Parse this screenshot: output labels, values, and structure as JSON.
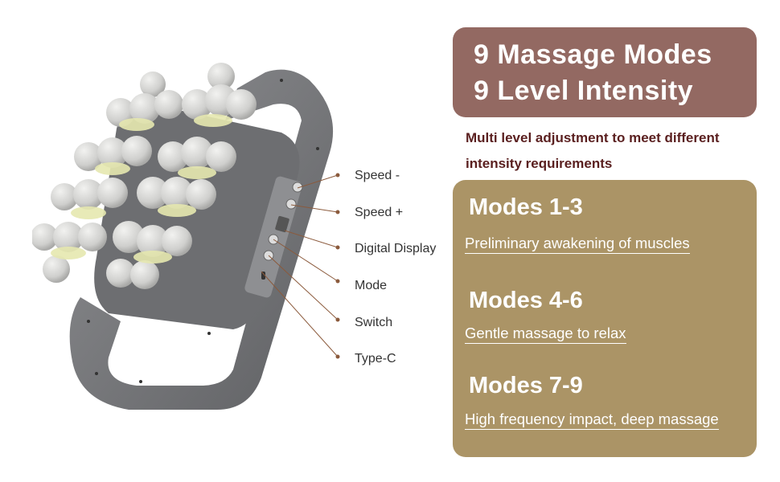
{
  "callouts": [
    {
      "label": "Speed -"
    },
    {
      "label": "Speed +"
    },
    {
      "label": "Digital Display"
    },
    {
      "label": "Mode"
    },
    {
      "label": "Switch"
    },
    {
      "label": "Type-C"
    }
  ],
  "headline": {
    "line1": "9 Massage Modes",
    "line2": "9 Level Intensity"
  },
  "subtitle": "Multi level adjustment to meet different intensity requirements",
  "modes": [
    {
      "title": "Modes 1-3",
      "description": "Preliminary awakening of muscles"
    },
    {
      "title": "Modes 4-6",
      "description": "Gentle massage to relax"
    },
    {
      "title": "Modes 7-9",
      "description": "High frequency impact, deep massage"
    }
  ],
  "colors": {
    "headline_box": "#936962",
    "modes_box": "#ab9466",
    "subtitle_text": "#5a1f1f",
    "leader_line": "#8b5a3c",
    "device_body": "#7a7b7e",
    "massage_balls": "#d4d4d2",
    "ball_bases": "#e6e8b0"
  }
}
